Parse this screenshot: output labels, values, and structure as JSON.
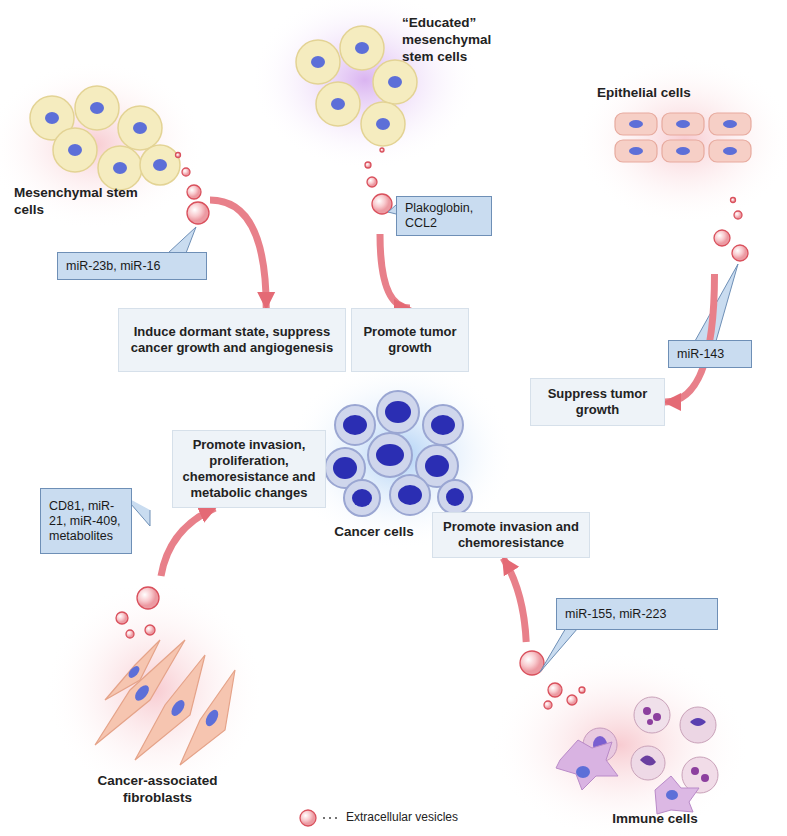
{
  "diagram": {
    "nodes": [
      {
        "text": [
          "“Educated” mesenchymal stem cells"
        ]
      },
      {
        "text": [
          "Mesenchymal stem cells"
        ]
      },
      {
        "text": [
          "Plakoglobin, CCL2"
        ]
      },
      {
        "text": [
          "Epithelial cells"
        ]
      },
      {
        "text": [
          "miR-23b, miR-16"
        ]
      },
      {
        "text": [
          "Induce dormant state, suppress cancer growth and angiogenesis"
        ]
      },
      {
        "text": [
          "Promote tumor growth"
        ]
      },
      {
        "text": [
          "miR-143"
        ]
      },
      {
        "text": [
          "Suppress tumor growth"
        ]
      },
      {
        "text": [
          "Cancer cells"
        ]
      },
      {
        "text": [
          "Promote invasion, proliferation, chemoresistance and metabolic changes"
        ]
      },
      {
        "text": [
          "Promote invasion and chemoresistance"
        ]
      },
      {
        "text": [
          "CD81, miR-21, miR-409, metabolites"
        ]
      },
      {
        "text": [
          "miR-155, miR-223"
        ]
      },
      {
        "text": [
          "Cancer-associated fibroblasts"
        ]
      },
      {
        "text": [
          "Immune cells"
        ]
      }
    ],
    "edges": [
      {
        "from": 1,
        "to": 5,
        "arrow": "to"
      },
      {
        "from": 0,
        "to": 6,
        "arrow": "to"
      },
      {
        "from": 3,
        "to": 8,
        "arrow": "to"
      },
      {
        "from": 14,
        "to": 10,
        "arrow": "to"
      },
      {
        "from": 15,
        "to": 11,
        "arrow": "to"
      }
    ],
    "legend": [
      {
        "text": "Extracellular vesicles"
      }
    ]
  }
}
